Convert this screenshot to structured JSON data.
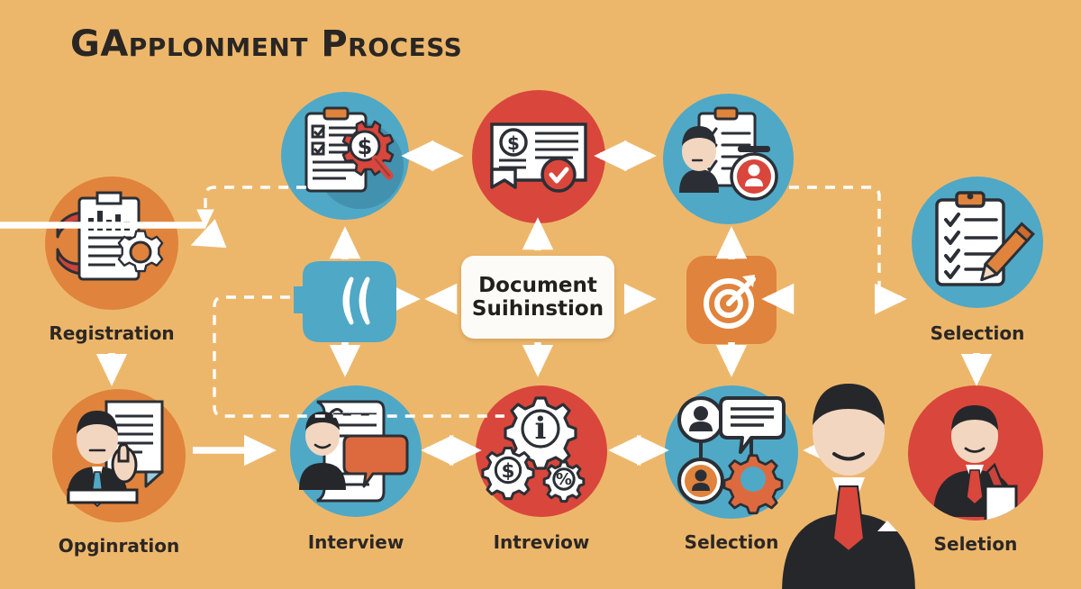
{
  "header": {
    "title": "GApplonment Process"
  },
  "theme": {
    "background": "#edb76b",
    "blue": "#4fa8c6",
    "red": "#d9463c",
    "orange": "#e0833c",
    "dark": "#2b2724",
    "white": "#ffffff"
  },
  "center": {
    "line1": "Document",
    "line2": "Suihinstion",
    "name": "document-submission-box"
  },
  "nodes": [
    {
      "id": "registration",
      "label": "Registration",
      "color": "#e0833c",
      "icon": "document-gear-icon",
      "shape": "circle"
    },
    {
      "id": "top-audit",
      "label": "",
      "color": "#4fa8c6",
      "icon": "clipboard-magnifier-money-icon",
      "shape": "circle"
    },
    {
      "id": "top-certificate",
      "label": "",
      "color": "#d9463c",
      "icon": "certificate-money-icon",
      "shape": "circle"
    },
    {
      "id": "top-profile",
      "label": "",
      "color": "#4fa8c6",
      "icon": "person-clipboard-badge-icon",
      "shape": "circle"
    },
    {
      "id": "selection-right",
      "label": "Selection",
      "color": "#4fa8c6",
      "icon": "checklist-pencil-icon",
      "shape": "circle"
    },
    {
      "id": "chevron-hub",
      "label": "",
      "color": "#4fa8c6",
      "icon": "double-chevron-left-icon",
      "shape": "rounded-square"
    },
    {
      "id": "target-hub",
      "label": "",
      "color": "#e0833c",
      "icon": "target-arrow-icon",
      "shape": "rounded-square"
    },
    {
      "id": "organisation",
      "label": "Opginration",
      "color": "#e0833c",
      "icon": "businessman-document-icon",
      "shape": "circle"
    },
    {
      "id": "interview",
      "label": "Interview",
      "color": "#4fa8c6",
      "icon": "person-document-chat-icon",
      "shape": "circle"
    },
    {
      "id": "intreviow",
      "label": "Intreviow",
      "color": "#d9463c",
      "icon": "gears-info-money-icon",
      "shape": "circle"
    },
    {
      "id": "selection-mid",
      "label": "Selection",
      "color": "#4fa8c6",
      "icon": "avatar-chat-gear-icon",
      "shape": "circle"
    },
    {
      "id": "seletion-right",
      "label": "Seletion",
      "color": "#d9463c",
      "icon": "businessman-clipboard-icon",
      "shape": "circle"
    }
  ],
  "foreground": {
    "figure": "businessman-foreground-figure"
  }
}
